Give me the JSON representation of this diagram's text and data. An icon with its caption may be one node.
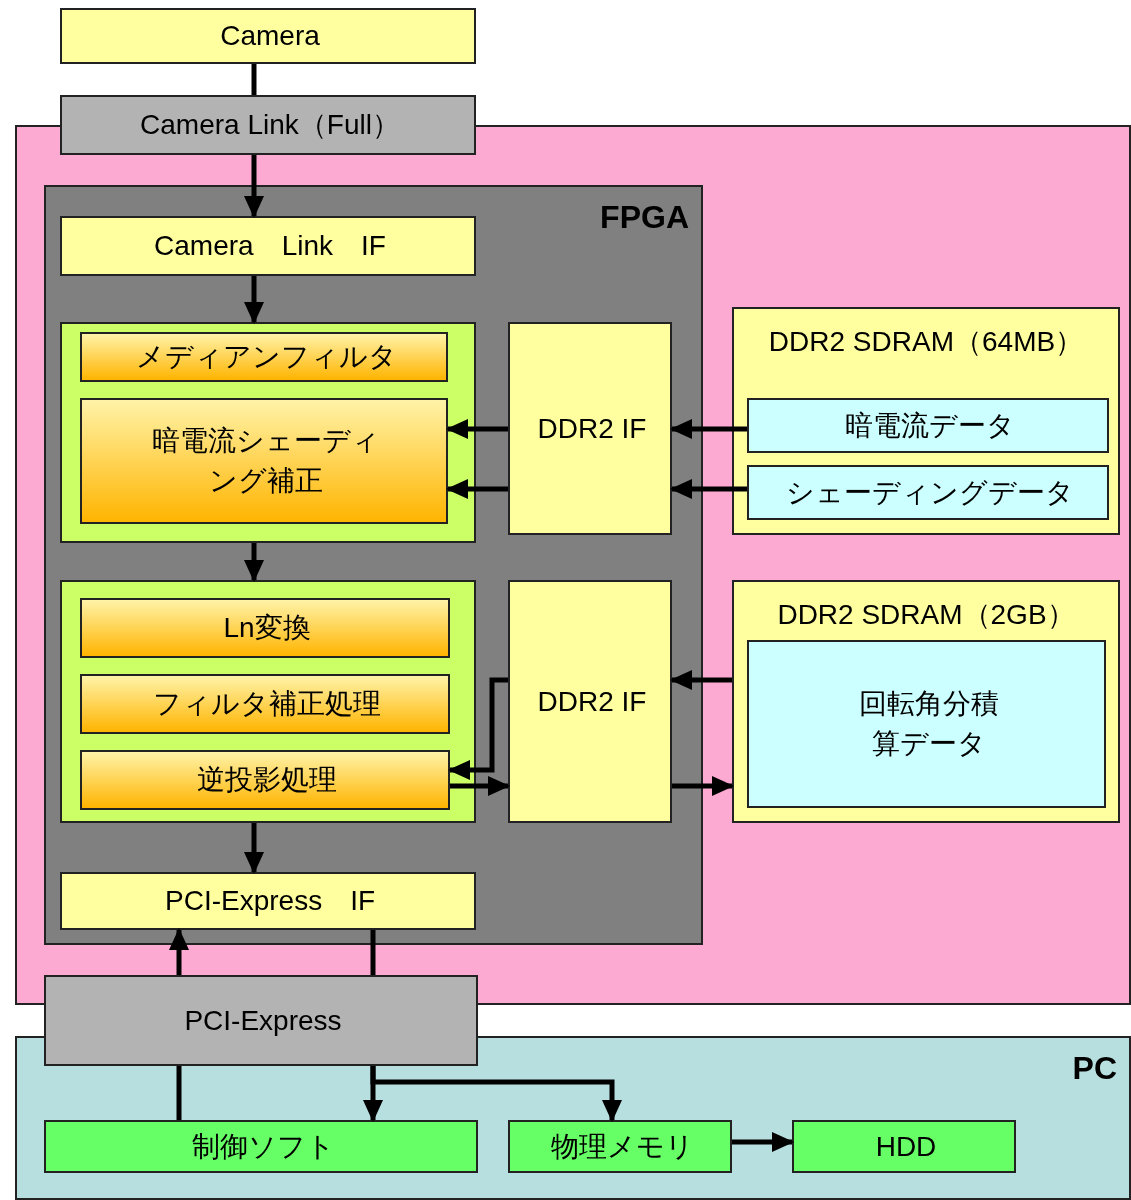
{
  "diagram": {
    "nodes": [
      {
        "text": [
          "Camera"
        ]
      },
      {
        "text": [
          "Camera Link（Full）"
        ]
      },
      {
        "text": [],
        "shape": "box"
      },
      {
        "text": [
          "FPGA"
        ],
        "in": 2
      },
      {
        "text": [
          "Camera　Link　IF"
        ],
        "in": 3
      },
      {
        "text": [],
        "shape": "box",
        "in": 3
      },
      {
        "text": [
          "メディアンフィルタ"
        ],
        "in": 5
      },
      {
        "text": [
          "暗電流シェーディング補正"
        ],
        "in": 5
      },
      {
        "text": [
          "DDR2 IF"
        ],
        "in": 3
      },
      {
        "text": [
          "DDR2 SDRAM（64MB）"
        ],
        "in": 2
      },
      {
        "text": [
          "暗電流データ"
        ],
        "in": 9
      },
      {
        "text": [
          "シェーディングデータ"
        ],
        "in": 9
      },
      {
        "text": [],
        "shape": "box",
        "in": 3
      },
      {
        "text": [
          "Ln変換"
        ],
        "in": 12
      },
      {
        "text": [
          "フィルタ補正処理"
        ],
        "in": 12
      },
      {
        "text": [
          "逆投影処理"
        ],
        "in": 12
      },
      {
        "text": [
          "DDR2 IF"
        ],
        "in": 3
      },
      {
        "text": [
          "DDR2 SDRAM（2GB）"
        ],
        "in": 2
      },
      {
        "text": [
          "回転角分積算データ"
        ],
        "in": 17
      },
      {
        "text": [
          "PCI-Express　IF"
        ],
        "in": 3
      },
      {
        "text": [
          "PCI-Express"
        ]
      },
      {
        "text": [
          "PC"
        ]
      },
      {
        "text": [
          "制御ソフト"
        ],
        "in": 21
      },
      {
        "text": [
          "物理メモリ"
        ],
        "in": 21
      },
      {
        "text": [
          "HDD"
        ],
        "in": 21
      }
    ],
    "edges": [
      {
        "from": 0,
        "to": 1,
        "arrow": "none"
      },
      {
        "from": 1,
        "to": 4,
        "arrow": "to"
      },
      {
        "from": 4,
        "to": 5,
        "arrow": "to"
      },
      {
        "from": 8,
        "to": 7,
        "arrow": "to"
      },
      {
        "from": 8,
        "to": 7,
        "arrow": "to"
      },
      {
        "from": 10,
        "to": 8,
        "arrow": "to"
      },
      {
        "from": 11,
        "to": 8,
        "arrow": "to"
      },
      {
        "from": 5,
        "to": 12,
        "arrow": "to"
      },
      {
        "from": 16,
        "to": 15,
        "arrow": "to"
      },
      {
        "from": 15,
        "to": 16,
        "arrow": "to"
      },
      {
        "from": 17,
        "to": 16,
        "arrow": "to"
      },
      {
        "from": 16,
        "to": 17,
        "arrow": "to"
      },
      {
        "from": 12,
        "to": 19,
        "arrow": "to"
      },
      {
        "from": 20,
        "to": 19,
        "arrow": "to"
      },
      {
        "from": 19,
        "to": 20,
        "arrow": "none"
      },
      {
        "from": 22,
        "to": 20,
        "arrow": "none"
      },
      {
        "from": 20,
        "to": 22,
        "arrow": "to"
      },
      {
        "from": 20,
        "to": 23,
        "arrow": "to"
      },
      {
        "from": 23,
        "to": 24,
        "arrow": "to"
      }
    ]
  }
}
